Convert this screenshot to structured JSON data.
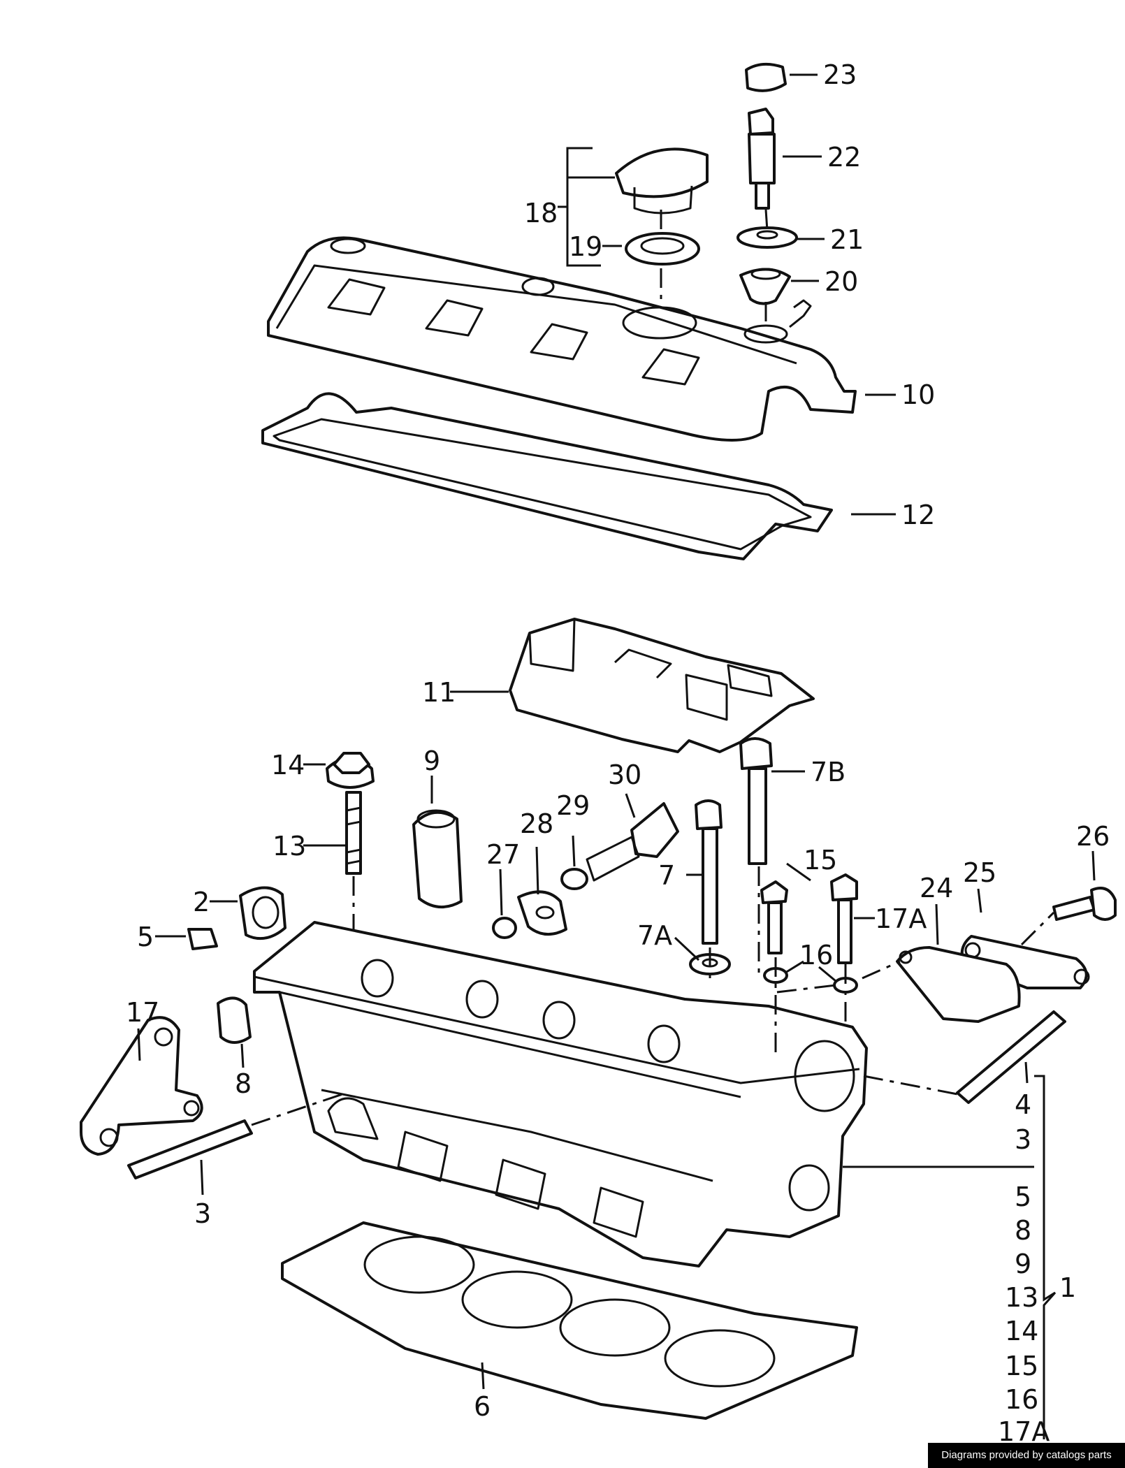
{
  "callouts": {
    "c23": "23",
    "c22": "22",
    "c18": "18",
    "c19": "19",
    "c21": "21",
    "c20": "20",
    "c10": "10",
    "c12": "12",
    "c11": "11",
    "c14": "14",
    "c9": "9",
    "c30": "30",
    "c7B": "7B",
    "c13": "13",
    "c29": "29",
    "c28": "28",
    "c27": "27",
    "c15": "15",
    "c26": "26",
    "c7": "7",
    "c2": "2",
    "c24": "24",
    "c25": "25",
    "c5": "5",
    "c17A": "17A",
    "c7A": "7A",
    "c16": "16",
    "c17": "17",
    "c8": "8",
    "c3": "3",
    "c6": "6"
  },
  "group_list": {
    "items": [
      "4",
      "3",
      "5",
      "8",
      "9",
      "13",
      "14",
      "15",
      "16",
      "17A"
    ],
    "label": "1"
  },
  "credit": "Diagrams provided by catalogs parts"
}
